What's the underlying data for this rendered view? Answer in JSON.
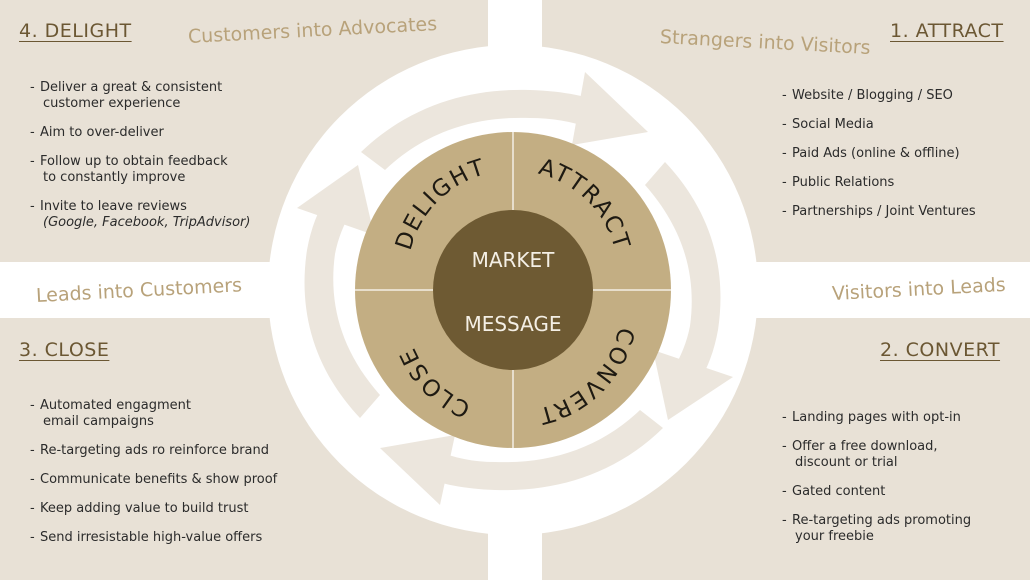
{
  "stages": {
    "delight": {
      "title": "4. DELIGHT",
      "tagline": "Customers into Advocates",
      "bullets": [
        {
          "line1": "Deliver a great & consistent",
          "line2": "customer experience"
        },
        {
          "line1": "Aim to over-deliver",
          "line2": ""
        },
        {
          "line1": "Follow up to obtain feedback",
          "line2": "to constantly improve"
        },
        {
          "line1": "Invite to leave reviews",
          "note": "(Google, Facebook, TripAdvisor)"
        }
      ]
    },
    "attract": {
      "title": "1. ATTRACT",
      "tagline": "Strangers into Visitors",
      "bullets": [
        "Website / Blogging / SEO",
        "Social Media",
        "Paid Ads (online & offline)",
        "Public Relations",
        "Partnerships / Joint Ventures"
      ]
    },
    "close": {
      "title": "3. CLOSE",
      "tagline": "Leads into Customers",
      "bullets": [
        {
          "line1": "Automated engagment",
          "line2": "email campaigns"
        },
        {
          "line1": "Re-targeting ads ro reinforce brand",
          "line2": ""
        },
        {
          "line1": "Communicate benefits & show proof",
          "line2": ""
        },
        {
          "line1": "Keep adding value to build trust",
          "line2": ""
        },
        {
          "line1": "Send irresistable high-value offers",
          "line2": ""
        }
      ]
    },
    "convert": {
      "title": "2. CONVERT",
      "tagline": "Visitors into Leads",
      "bullets": [
        {
          "line1": "Landing pages with opt-in",
          "line2": ""
        },
        {
          "line1": "Offer a free download,",
          "line2": "discount or trial"
        },
        {
          "line1": "Gated content",
          "line2": ""
        },
        {
          "line1": "Re-targeting ads promoting",
          "line2": "your freebie"
        }
      ]
    }
  },
  "wheel": {
    "quadrants": {
      "delight": "DELIGHT",
      "attract": "ATTRACT",
      "convert": "CONVERT",
      "close": "CLOSE"
    },
    "center_top": "MARKET",
    "center_bottom": "MESSAGE"
  },
  "colors": {
    "panel": "#e8e1d6",
    "wheel": "#c3ae83",
    "center": "#6e5a33",
    "title": "#6b5733",
    "tagline": "#b8a27a",
    "arrow": "#ece6dd"
  }
}
